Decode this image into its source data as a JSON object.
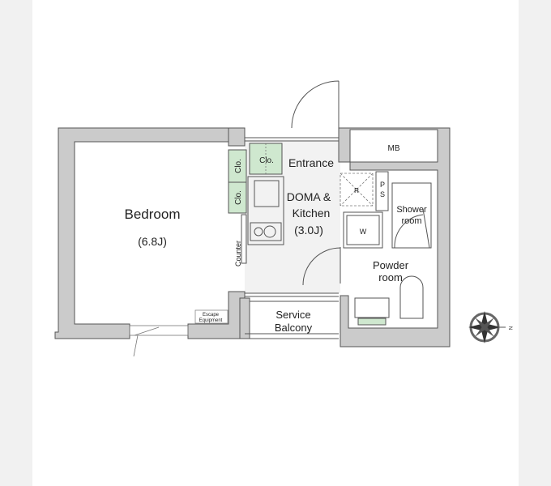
{
  "floorplan": {
    "rooms": {
      "bedroom": {
        "name": "Bedroom",
        "size": "(6.8J)"
      },
      "kitchen": {
        "line1": "DOMA &",
        "line2": "Kitchen",
        "size": "(3.0J)"
      },
      "entrance": "Entrance",
      "mb": "MB",
      "shower": {
        "line1": "Shower",
        "line2": "room"
      },
      "powder": {
        "line1": "Powder",
        "line2": "room"
      },
      "balcony": {
        "line1": "Service",
        "line2": "Balcony"
      }
    },
    "fixtures": {
      "closet": "Clo.",
      "counter": "Counter",
      "escape_line1": "Escape",
      "escape_line2": "Equipment",
      "refrigerator": "R",
      "washer": "W",
      "ps_line1": "P",
      "ps_line2": "S"
    },
    "compass": {
      "north_label": "N"
    },
    "colors": {
      "wall": "#cbcbcb",
      "closet": "#cfe8cf",
      "doma_floor": "#f2f2f2"
    }
  }
}
